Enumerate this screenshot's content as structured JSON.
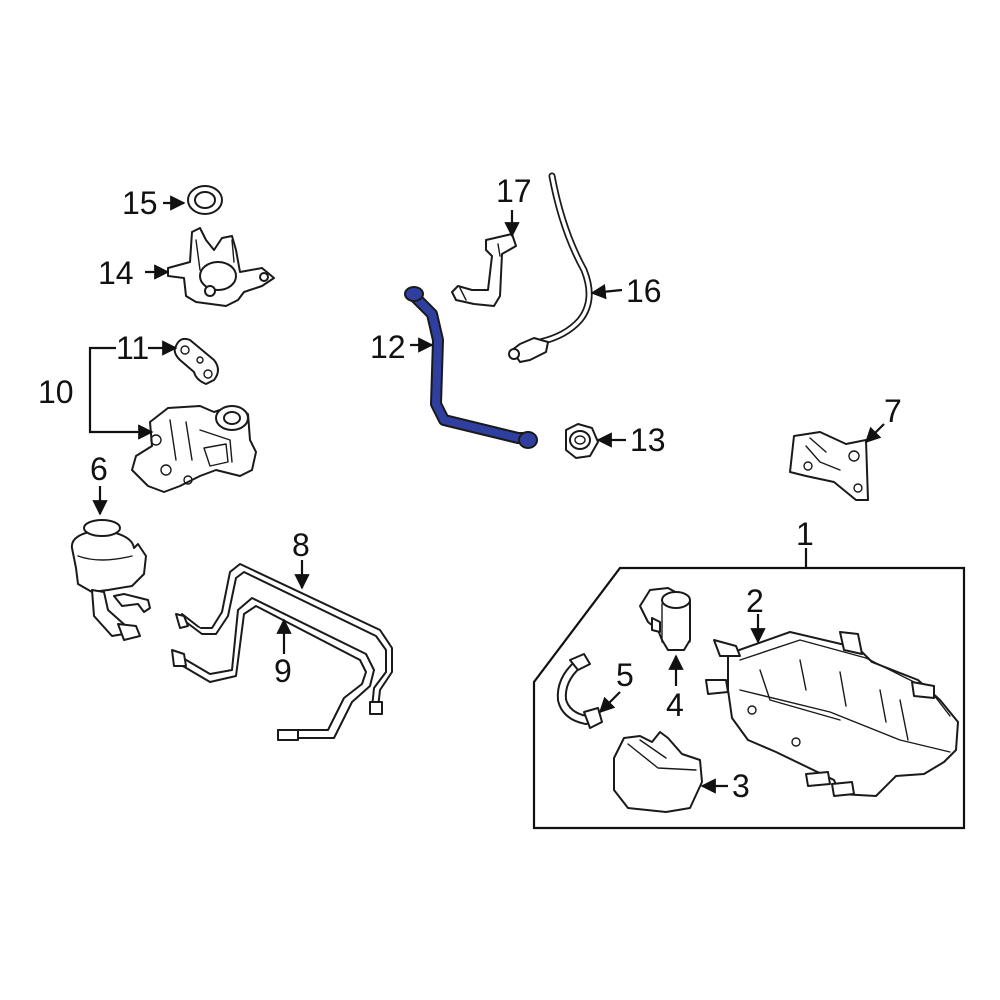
{
  "diagram": {
    "highlight_color": "#2f3fa0",
    "line_color": "#1a1a1a",
    "callouts": {
      "c1": "1",
      "c2": "2",
      "c3": "3",
      "c4": "4",
      "c5": "5",
      "c6": "6",
      "c7": "7",
      "c8": "8",
      "c9": "9",
      "c10": "10",
      "c11": "11",
      "c12": "12",
      "c13": "13",
      "c14": "14",
      "c15": "15",
      "c16": "16",
      "c17": "17"
    },
    "highlighted_part": "12"
  }
}
